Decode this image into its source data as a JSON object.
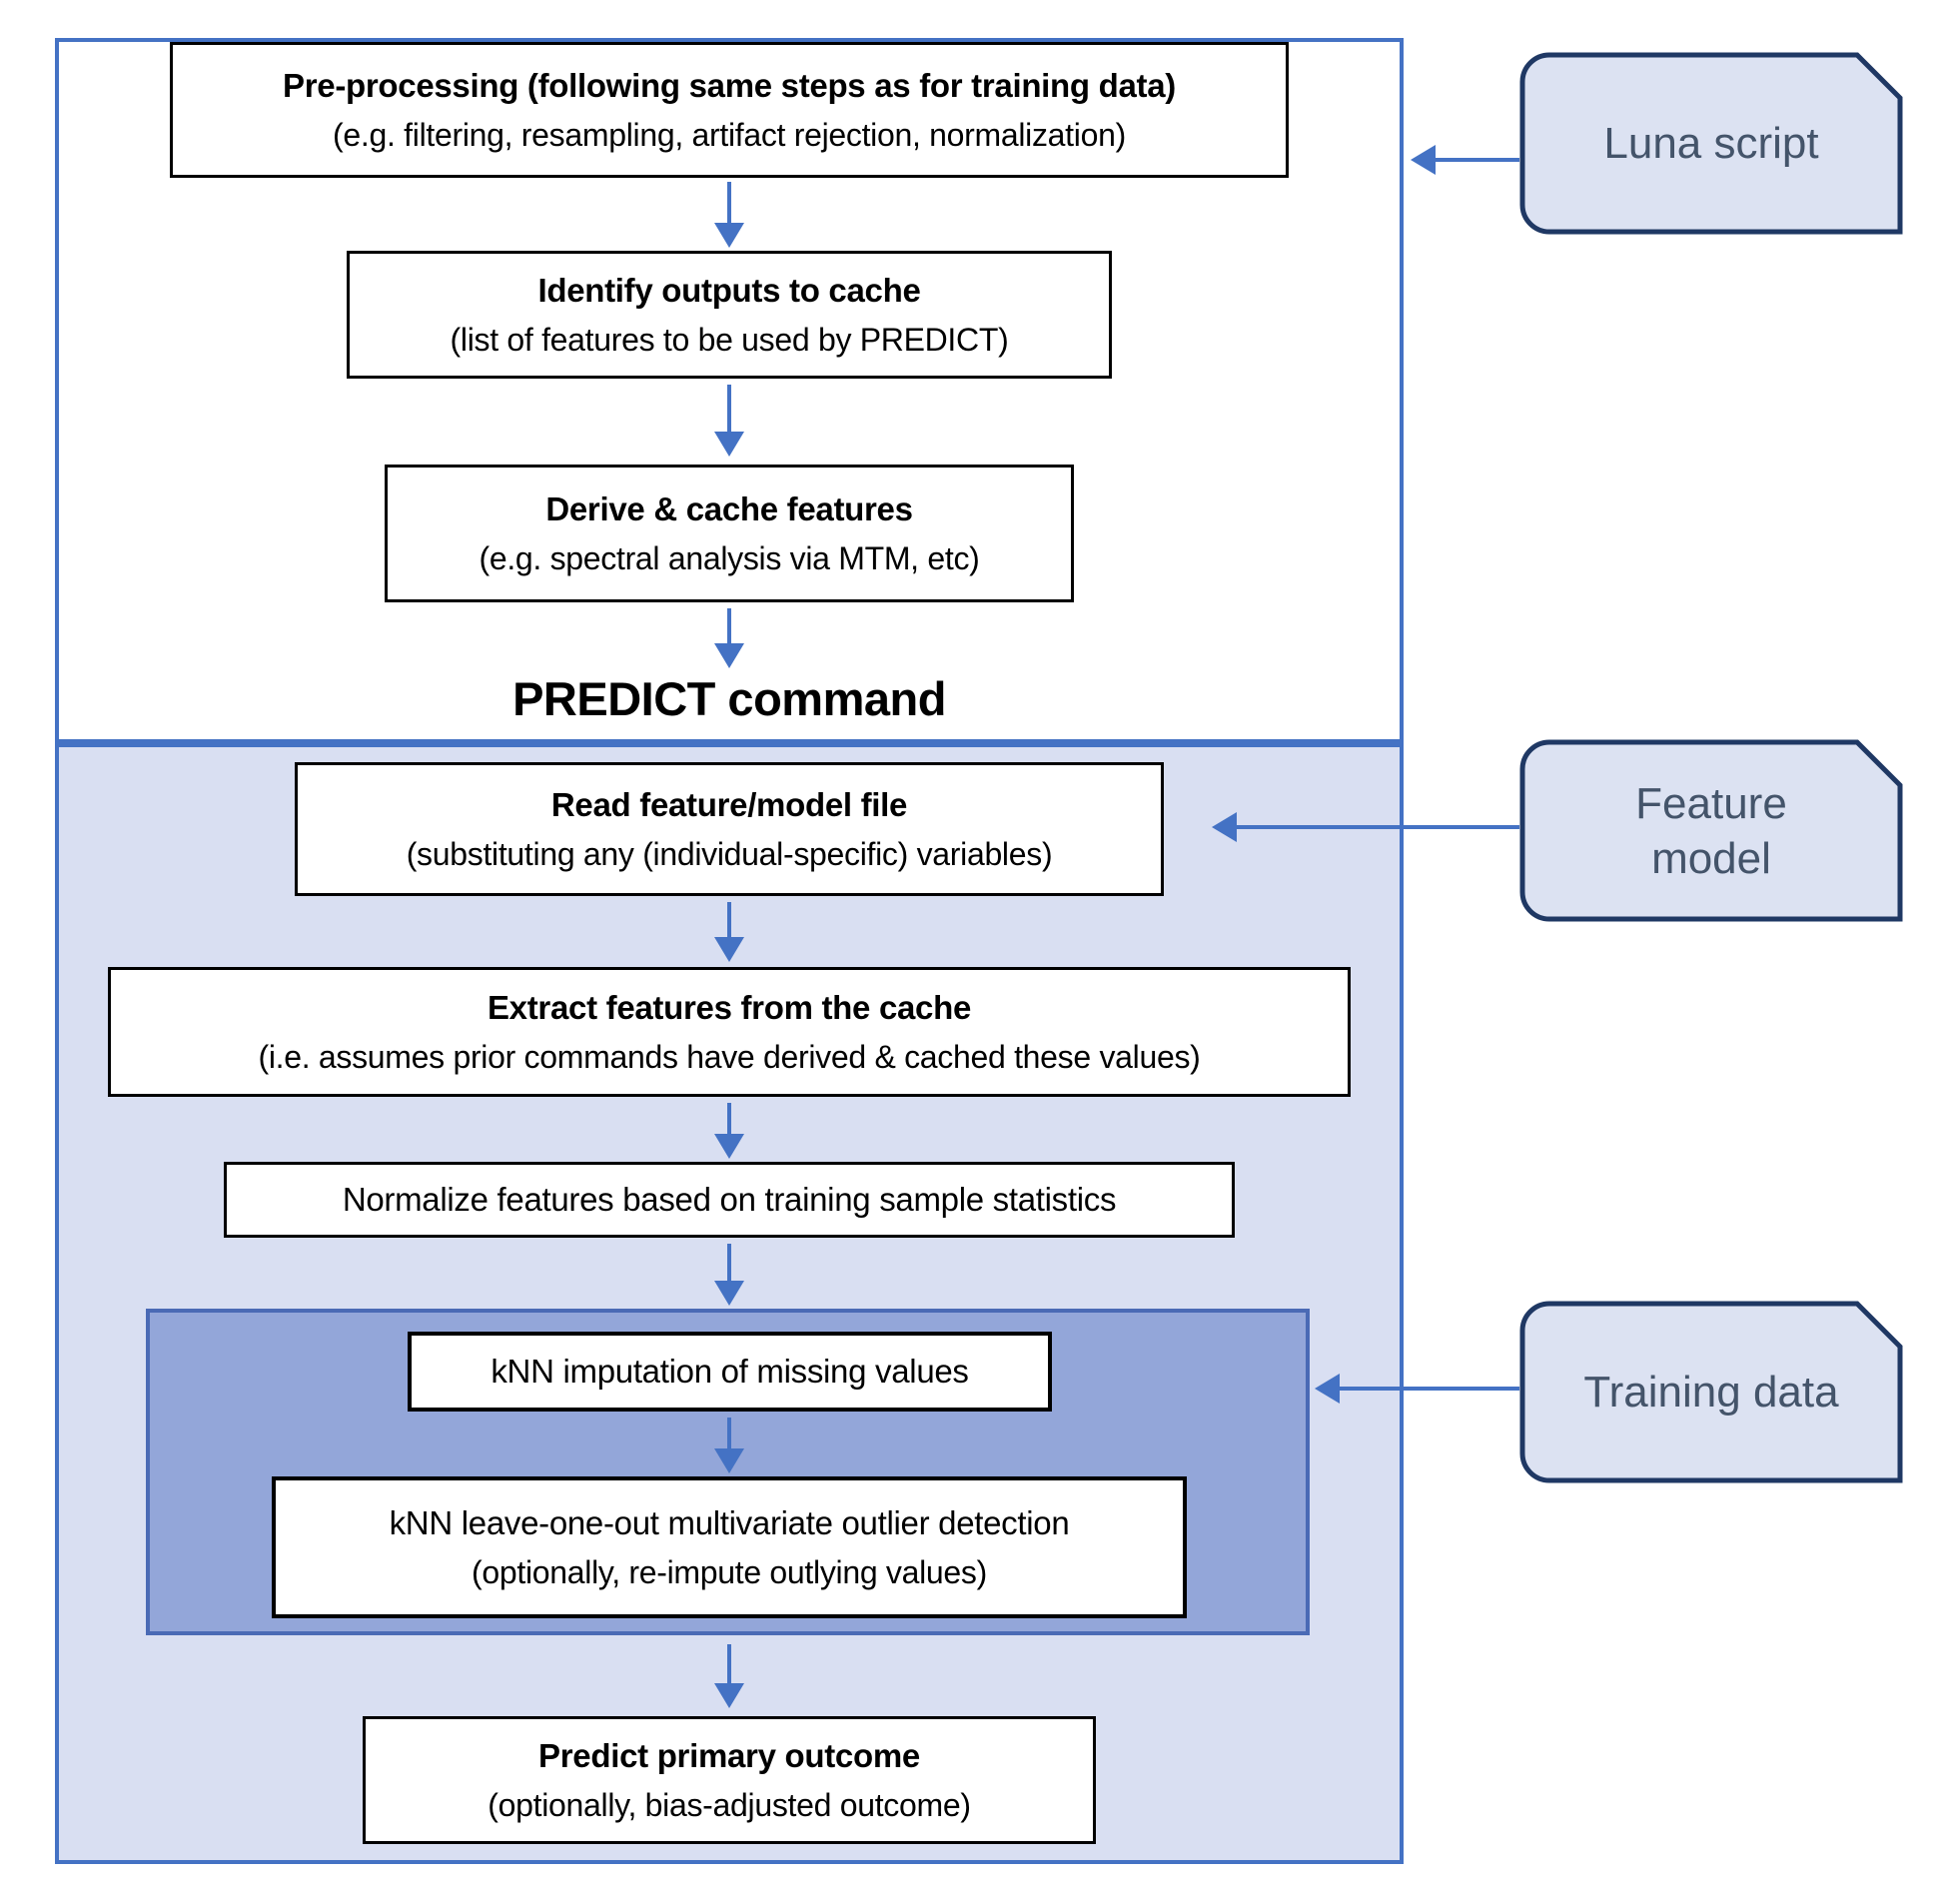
{
  "diagram": {
    "top_section": {
      "preprocessing": {
        "title": "Pre-processing (following same steps as for training data)",
        "subtitle": "(e.g. filtering, resampling, artifact rejection, normalization)"
      },
      "identify": {
        "title": "Identify outputs to cache",
        "subtitle": "(list of features to be used by PREDICT)"
      },
      "derive": {
        "title": "Derive & cache features",
        "subtitle": "(e.g. spectral analysis via MTM, etc)"
      },
      "section_label": "PREDICT command"
    },
    "predict_section": {
      "read": {
        "title": "Read feature/model file",
        "subtitle": "(substituting any (individual-specific) variables)"
      },
      "extract": {
        "title": "Extract features from the cache",
        "subtitle": "(i.e. assumes prior commands have derived & cached these values)"
      },
      "normalize": {
        "title": "Normalize features based on training sample statistics"
      },
      "knn_impute": {
        "title": "kNN imputation of missing values"
      },
      "knn_outlier": {
        "title": "kNN leave-one-out multivariate outlier detection",
        "subtitle": "(optionally, re-impute outlying values)"
      },
      "predict_outcome": {
        "title": "Predict primary outcome",
        "subtitle": "(optionally, bias-adjusted outcome)"
      }
    },
    "annotations": {
      "luna": {
        "label": "Luna script"
      },
      "feature_model": {
        "label": "Feature\nmodel"
      },
      "training_data": {
        "label": "Training data"
      }
    },
    "colors": {
      "accent_blue": "#4472C4",
      "outer_panel_fill": "#FFFFFF",
      "predict_panel_fill": "#D9DFF2",
      "knn_subpanel_fill": "#93A6D9",
      "knn_subpanel_border": "#4A6AB5",
      "flow_box_fill": "#FFFFFF",
      "flow_box_border": "#000000",
      "annotation_fill": "#DCE2F2",
      "annotation_border": "#1F3864",
      "annotation_text": "#44546A"
    }
  }
}
